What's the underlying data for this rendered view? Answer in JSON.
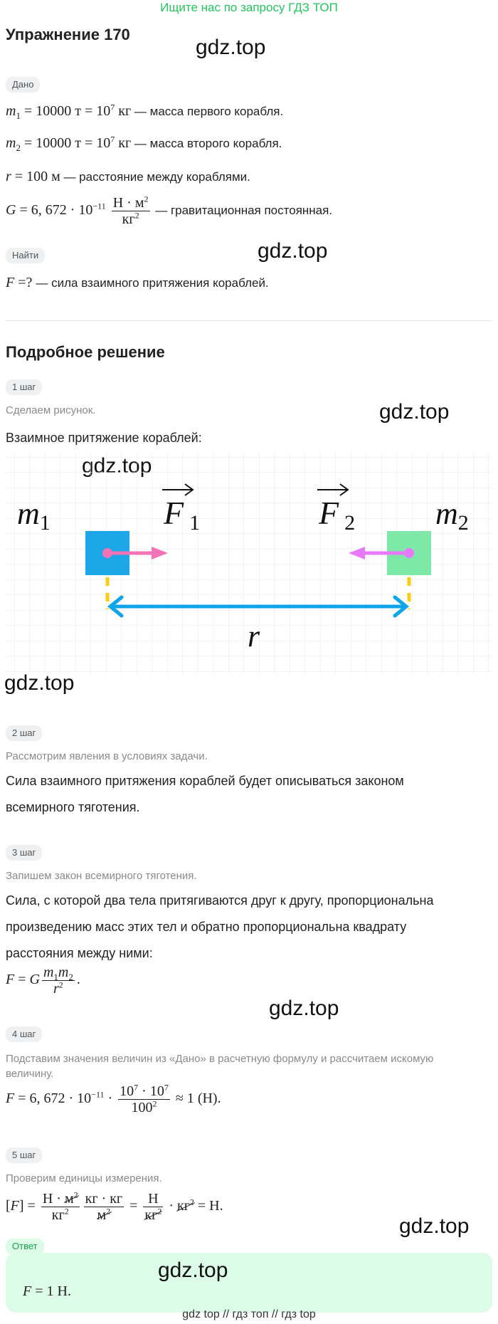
{
  "banner": "Ищите нас по запросу ГДЗ ТОП",
  "title": "Упражнение 170",
  "watermark": "gdz.top",
  "given": {
    "pill": "Дано",
    "m1_desc": " — масса первого корабля.",
    "m2_desc": " — масса второго корабля.",
    "r_desc": " — расстояние между кораблями.",
    "G_desc": " — гравитационная постоянная."
  },
  "find": {
    "pill": "Найти",
    "desc": " — сила взаимного притяжения кораблей."
  },
  "solution_title": "Подробное решение",
  "steps": [
    {
      "pill": "1 шаг",
      "hint": "Сделаем рисунок.",
      "text": "Взаимное притяжение кораблей:"
    },
    {
      "pill": "2 шаг",
      "hint": "Рассмотрим явления в условиях задачи.",
      "text": "Сила взаимного притяжения кораблей будет описываться законом всемирного тяготения."
    },
    {
      "pill": "3 шаг",
      "hint": "Запишем закон всемирного тяготения.",
      "text": "Сила, с которой два тела притягиваются друг к другу, пропорциональна произведению масс этих тел и обратно пропорциональна квадрату расстояния между ними:"
    },
    {
      "pill": "4 шаг",
      "hint": "Подставим значения величин из «Дано» в расчетную формулу и рассчитаем искомую величину."
    },
    {
      "pill": "5 шаг",
      "hint": "Проверим единицы измерения."
    }
  ],
  "answer_pill": "Ответ",
  "footer": "gdz top  //  гдз топ  //  гдз top",
  "figure": {
    "label_m1": "m",
    "sub_m1": "1",
    "label_m2": "m",
    "sub_m2": "2",
    "label_F1": "F",
    "sub_F1": "1",
    "label_F2": "F",
    "sub_F2": "2",
    "label_r": "r",
    "colors": {
      "box1": "#1ea7e8",
      "box2": "#7ee8a8",
      "arrow1": "#f472b6",
      "arrow2": "#e879f9",
      "dash": "#facc15",
      "r_arrow": "#0ea5e9",
      "grid": "#e5e7eb"
    }
  }
}
